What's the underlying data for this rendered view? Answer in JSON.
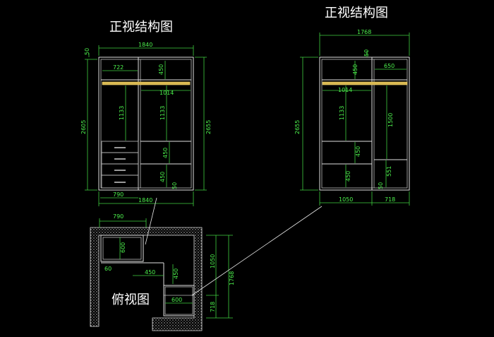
{
  "titles": {
    "front_left": "正视结构图",
    "front_right": "正视结构图",
    "top_view": "俯视图"
  },
  "left_dims": {
    "top_overall": "1840",
    "bottom_overall": "1840",
    "top_margin": "50",
    "left_height": "2605",
    "right_height": "2655",
    "top_left_width": "722",
    "top_right_height": "450",
    "rail_width": "1014",
    "left_hanging": "1133",
    "right_hanging": "1133",
    "shelf_450_a": "450",
    "shelf_450_b": "450",
    "bottom_50": "50",
    "bottom_left_width": "790"
  },
  "right_dims": {
    "top_overall": "1768",
    "top_margin": "50",
    "left_height": "2655",
    "top_left_height": "450",
    "top_right_width": "650",
    "rail_width": "1014",
    "left_hanging": "1133",
    "right_hanging": "1500",
    "mid_450": "450",
    "low_450": "450",
    "right_low": "551",
    "bottom_50": "50",
    "bottom_left": "1050",
    "bottom_right": "718"
  },
  "top_view_dims": {
    "top_width": "790",
    "left_depth": "600",
    "ledge": "60",
    "mid_width": "450",
    "mid_depth": "450",
    "bottom_width": "600",
    "right_1050": "1050",
    "right_1768": "1768",
    "right_718": "718"
  },
  "colors": {
    "background": "#000000",
    "dimension": "#4cf04c",
    "lines": "#e0e0e0"
  }
}
